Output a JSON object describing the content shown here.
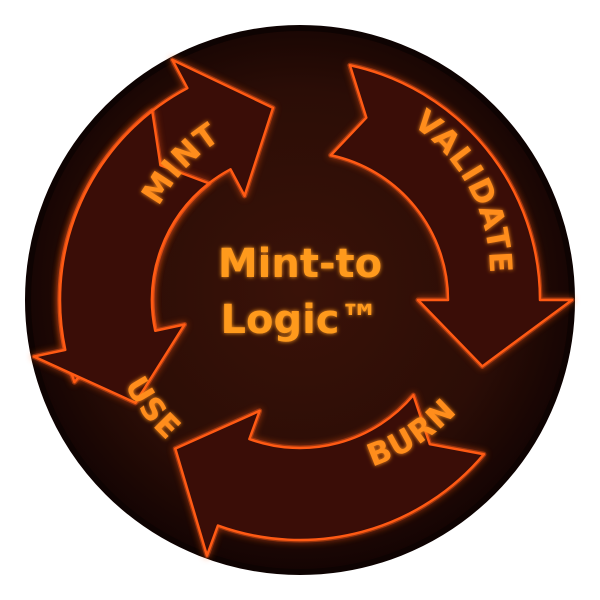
{
  "diagram": {
    "title_line1": "Mint-to",
    "title_line2": "Logic™",
    "stages": [
      {
        "label": "MINT"
      },
      {
        "label": "VALIDATE"
      },
      {
        "label": "BURN"
      },
      {
        "label": "USE"
      }
    ],
    "flow": "clockwise cycle",
    "colors": {
      "disc": "#2b0d06",
      "disc_edge": "#140403",
      "arrow_fill": "#3a0d07",
      "arrow_glow": "#ff5a14",
      "text": "#ff8d1a",
      "center_text": "#ff9a1f"
    }
  }
}
